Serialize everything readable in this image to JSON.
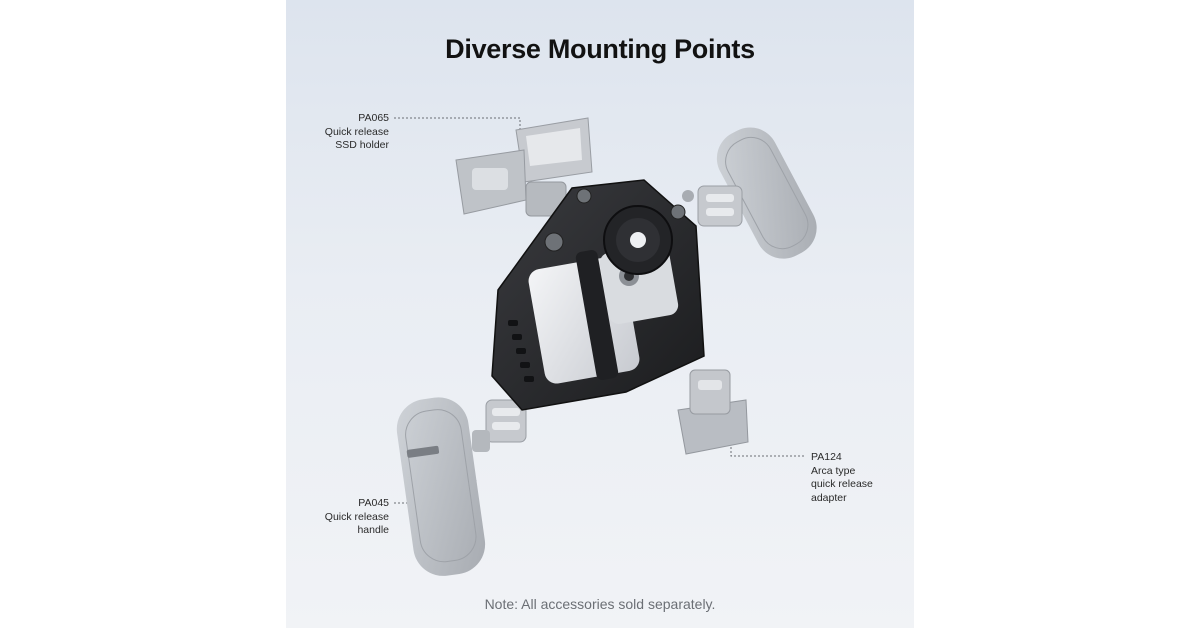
{
  "title": "Diverse Mounting Points",
  "note": "Note: All accessories sold separately.",
  "callouts": {
    "pa065": {
      "code": "PA065",
      "line1": "Quick release",
      "line2": "SSD holder"
    },
    "pa045": {
      "code": "PA045",
      "line1": "Quick release",
      "line2": "handle"
    },
    "pa124": {
      "code": "PA124",
      "line1": "Arca type",
      "line2": "quick release",
      "line3": "adapter"
    }
  },
  "colors": {
    "background": "#e6ebf2",
    "cage": "#2a2b2e",
    "accessory": "#b9bdc3"
  }
}
